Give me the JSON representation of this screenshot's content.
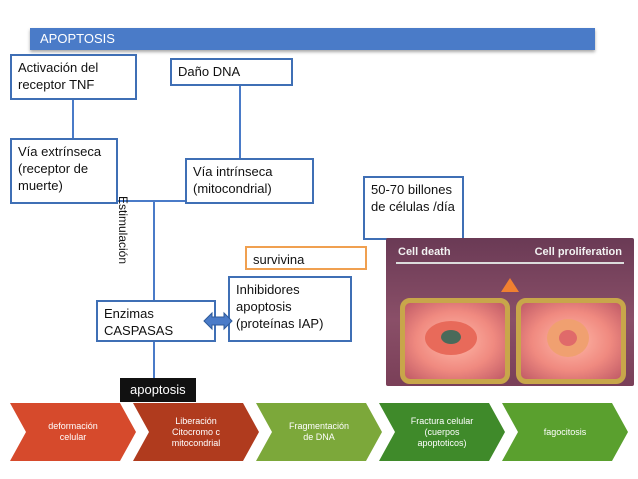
{
  "title": "APOPTOSIS",
  "boxes": {
    "tnf": "Activación del receptor TNF",
    "dna": "Daño DNA",
    "extrinsic": "Vía extrínseca (receptor de muerte)",
    "intrinsic": "Vía intrínseca (mitocondrial)",
    "billions": "50-70 billones de células /día",
    "survivina": "survivina",
    "iap": "Inhibidores apoptosis (proteínas IAP)",
    "caspases": "Enzimas CASPASAS"
  },
  "stimulation_label": "Estimulación",
  "apoptosis_label": "apoptosis",
  "image": {
    "left_heading": "Cell death",
    "right_heading": "Cell proliferation"
  },
  "process_steps": [
    "deformación celular",
    "Liberación Citocromo c mitocondrial",
    "Fragmentación de DNA",
    "Fractura celular (cuerpos apoptoticos)",
    "fagocitosis"
  ],
  "colors": {
    "step_colors": [
      "#d64a2c",
      "#b03b1e",
      "#7ca83a",
      "#3f8a2a",
      "#5aa02e"
    ],
    "accent": "#4a7bc8"
  }
}
